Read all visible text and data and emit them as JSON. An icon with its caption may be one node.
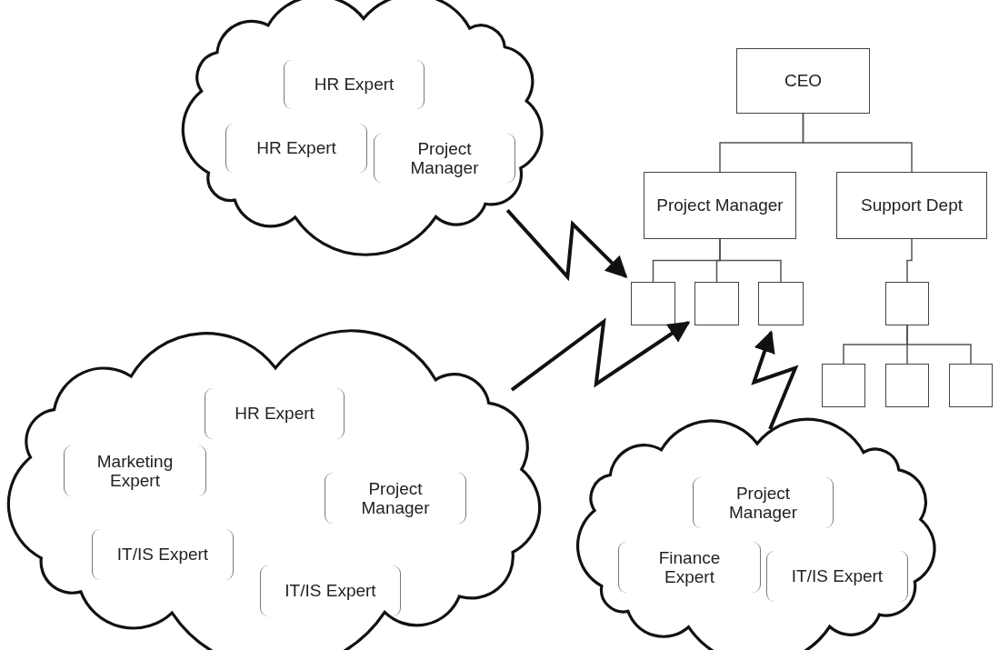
{
  "diagram": {
    "nodes": [
      {
        "text": [],
        "shape": "cloud"
      },
      {
        "text": [
          "HR Expert"
        ],
        "in": 0
      },
      {
        "text": [
          "HR Expert"
        ],
        "in": 0
      },
      {
        "text": [
          "Project Manager"
        ],
        "in": 0
      },
      {
        "text": [
          "CEO"
        ]
      },
      {
        "text": [
          "Project Manager"
        ]
      },
      {
        "text": [
          "Support Dept"
        ]
      },
      {
        "text": [],
        "shape": "box"
      },
      {
        "text": [],
        "shape": "box"
      },
      {
        "text": [],
        "shape": "box"
      },
      {
        "text": [],
        "shape": "box"
      },
      {
        "text": [],
        "shape": "box"
      },
      {
        "text": [],
        "shape": "box"
      },
      {
        "text": [],
        "shape": "box"
      },
      {
        "text": [],
        "shape": "cloud"
      },
      {
        "text": [
          "HR Expert"
        ],
        "in": 14
      },
      {
        "text": [
          "Marketing Expert"
        ],
        "in": 14
      },
      {
        "text": [
          "Project Manager"
        ],
        "in": 14
      },
      {
        "text": [
          "IT/IS Expert"
        ],
        "in": 14
      },
      {
        "text": [
          "IT/IS Expert"
        ],
        "in": 14
      },
      {
        "text": [],
        "shape": "cloud"
      },
      {
        "text": [
          "Project Manager"
        ],
        "in": 20
      },
      {
        "text": [
          "Finance Expert"
        ],
        "in": 20
      },
      {
        "text": [
          "IT/IS Expert"
        ],
        "in": 20
      }
    ],
    "edges": [
      {
        "from": 4,
        "to": 5,
        "arrow": "none"
      },
      {
        "from": 4,
        "to": 6,
        "arrow": "none"
      },
      {
        "from": 5,
        "to": 7,
        "arrow": "none"
      },
      {
        "from": 5,
        "to": 8,
        "arrow": "none"
      },
      {
        "from": 5,
        "to": 9,
        "arrow": "none"
      },
      {
        "from": 6,
        "to": 10,
        "arrow": "none"
      },
      {
        "from": 10,
        "to": 11,
        "arrow": "none"
      },
      {
        "from": 10,
        "to": 12,
        "arrow": "none"
      },
      {
        "from": 10,
        "to": 13,
        "arrow": "none"
      },
      {
        "from": 0,
        "to": 7,
        "arrow": "to",
        "style": "thick"
      },
      {
        "from": 14,
        "to": 8,
        "arrow": "to",
        "style": "thick"
      },
      {
        "from": 20,
        "to": 9,
        "arrow": "to",
        "style": "thick"
      }
    ]
  }
}
